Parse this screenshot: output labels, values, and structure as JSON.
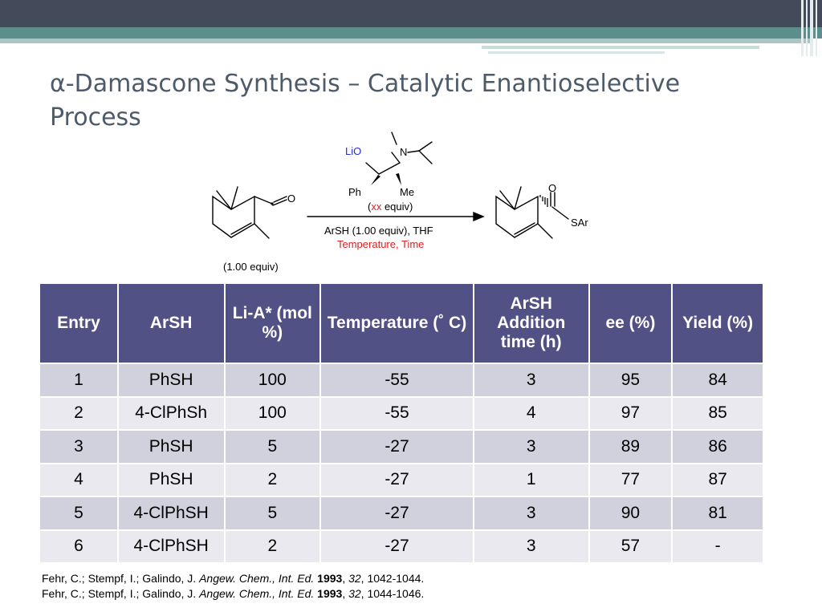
{
  "title": "α-Damascone Synthesis – Catalytic Enantioselective Process",
  "scheme": {
    "reagent_lio": "LiO",
    "reagent_n": "N",
    "reagent_ph": "Ph",
    "reagent_me": "Me",
    "equiv_prefix": "(",
    "equiv_var": "xx",
    "equiv_suffix": " equiv)",
    "conditions_line1": "ArSH (1.00 equiv), THF",
    "conditions_line2": "Temperature, Time",
    "ketene_o": "O",
    "ketene_equiv": "(1.00 equiv)",
    "product_o": "O",
    "product_sar": "SAr",
    "red_color": "#e02020",
    "blue_color": "#2a2ad0"
  },
  "table": {
    "headers": [
      "Entry",
      "ArSH",
      "Li-A* (mol %)",
      "Temperature (˚ C)",
      "ArSH Addition time (h)",
      "ee (%)",
      "Yield (%)"
    ],
    "rows": [
      [
        "1",
        "PhSH",
        "100",
        "-55",
        "3",
        "95",
        "84"
      ],
      [
        "2",
        "4-ClPhSh",
        "100",
        "-55",
        "4",
        "97",
        "85"
      ],
      [
        "3",
        "PhSH",
        "5",
        "-27",
        "3",
        "89",
        "86"
      ],
      [
        "4",
        "PhSH",
        "2",
        "-27",
        "1",
        "77",
        "87"
      ],
      [
        "5",
        "4-ClPhSH",
        "5",
        "-27",
        "3",
        "90",
        "81"
      ],
      [
        "6",
        "4-ClPhSH",
        "2",
        "-27",
        "3",
        "57",
        "-"
      ]
    ]
  },
  "references": [
    {
      "authors": "Fehr, C.; Stempf, I.; Galindo, J. ",
      "journal": "Angew. Chem., Int. Ed.",
      "year": "1993",
      "volume": "32",
      "pages": ", 1042-1044."
    },
    {
      "authors": "Fehr, C.; Stempf, I.; Galindo, J. ",
      "journal": "Angew. Chem., Int. Ed.",
      "year": "1993",
      "volume": "32",
      "pages": ", 1044-1046."
    }
  ]
}
